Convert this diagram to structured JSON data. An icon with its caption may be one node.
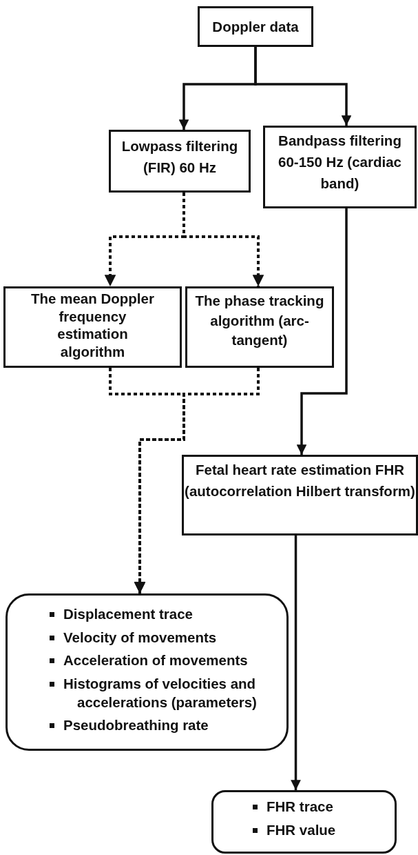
{
  "diagram": {
    "nodes": [
      {
        "text": [
          "Doppler data"
        ]
      },
      {
        "text": [
          "Lowpass filtering (FIR) 60 Hz"
        ]
      },
      {
        "text": [
          "Bandpass filtering 60-150 Hz (cardiac band)"
        ]
      },
      {
        "text": [
          "The mean Doppler frequency estimation algorithm"
        ]
      },
      {
        "text": [
          "The phase tracking algorithm (arc-tangent)"
        ]
      },
      {
        "text": [
          "Fetal heart rate estimation FHR (autocorrelation Hilbert transform)"
        ]
      },
      {
        "text": [
          "Displacement trace",
          "Velocity of movements",
          "Acceleration of movements",
          "Histograms of velocities and accelerations (parameters)",
          "Pseudobreathing rate"
        ]
      },
      {
        "text": [
          "FHR trace",
          "FHR value"
        ]
      }
    ],
    "edges": [
      {
        "from": 0,
        "to": 1,
        "arrow": "to"
      },
      {
        "from": 0,
        "to": 2,
        "arrow": "to"
      },
      {
        "from": 1,
        "to": 3,
        "arrow": "to",
        "style": "dashed"
      },
      {
        "from": 1,
        "to": 4,
        "arrow": "to",
        "style": "dashed"
      },
      {
        "from": 3,
        "to": 6,
        "arrow": "to",
        "style": "dashed"
      },
      {
        "from": 4,
        "to": 6,
        "arrow": "to",
        "style": "dashed"
      },
      {
        "from": 2,
        "to": 5,
        "arrow": "to"
      },
      {
        "from": 5,
        "to": 7,
        "arrow": "to"
      }
    ]
  }
}
